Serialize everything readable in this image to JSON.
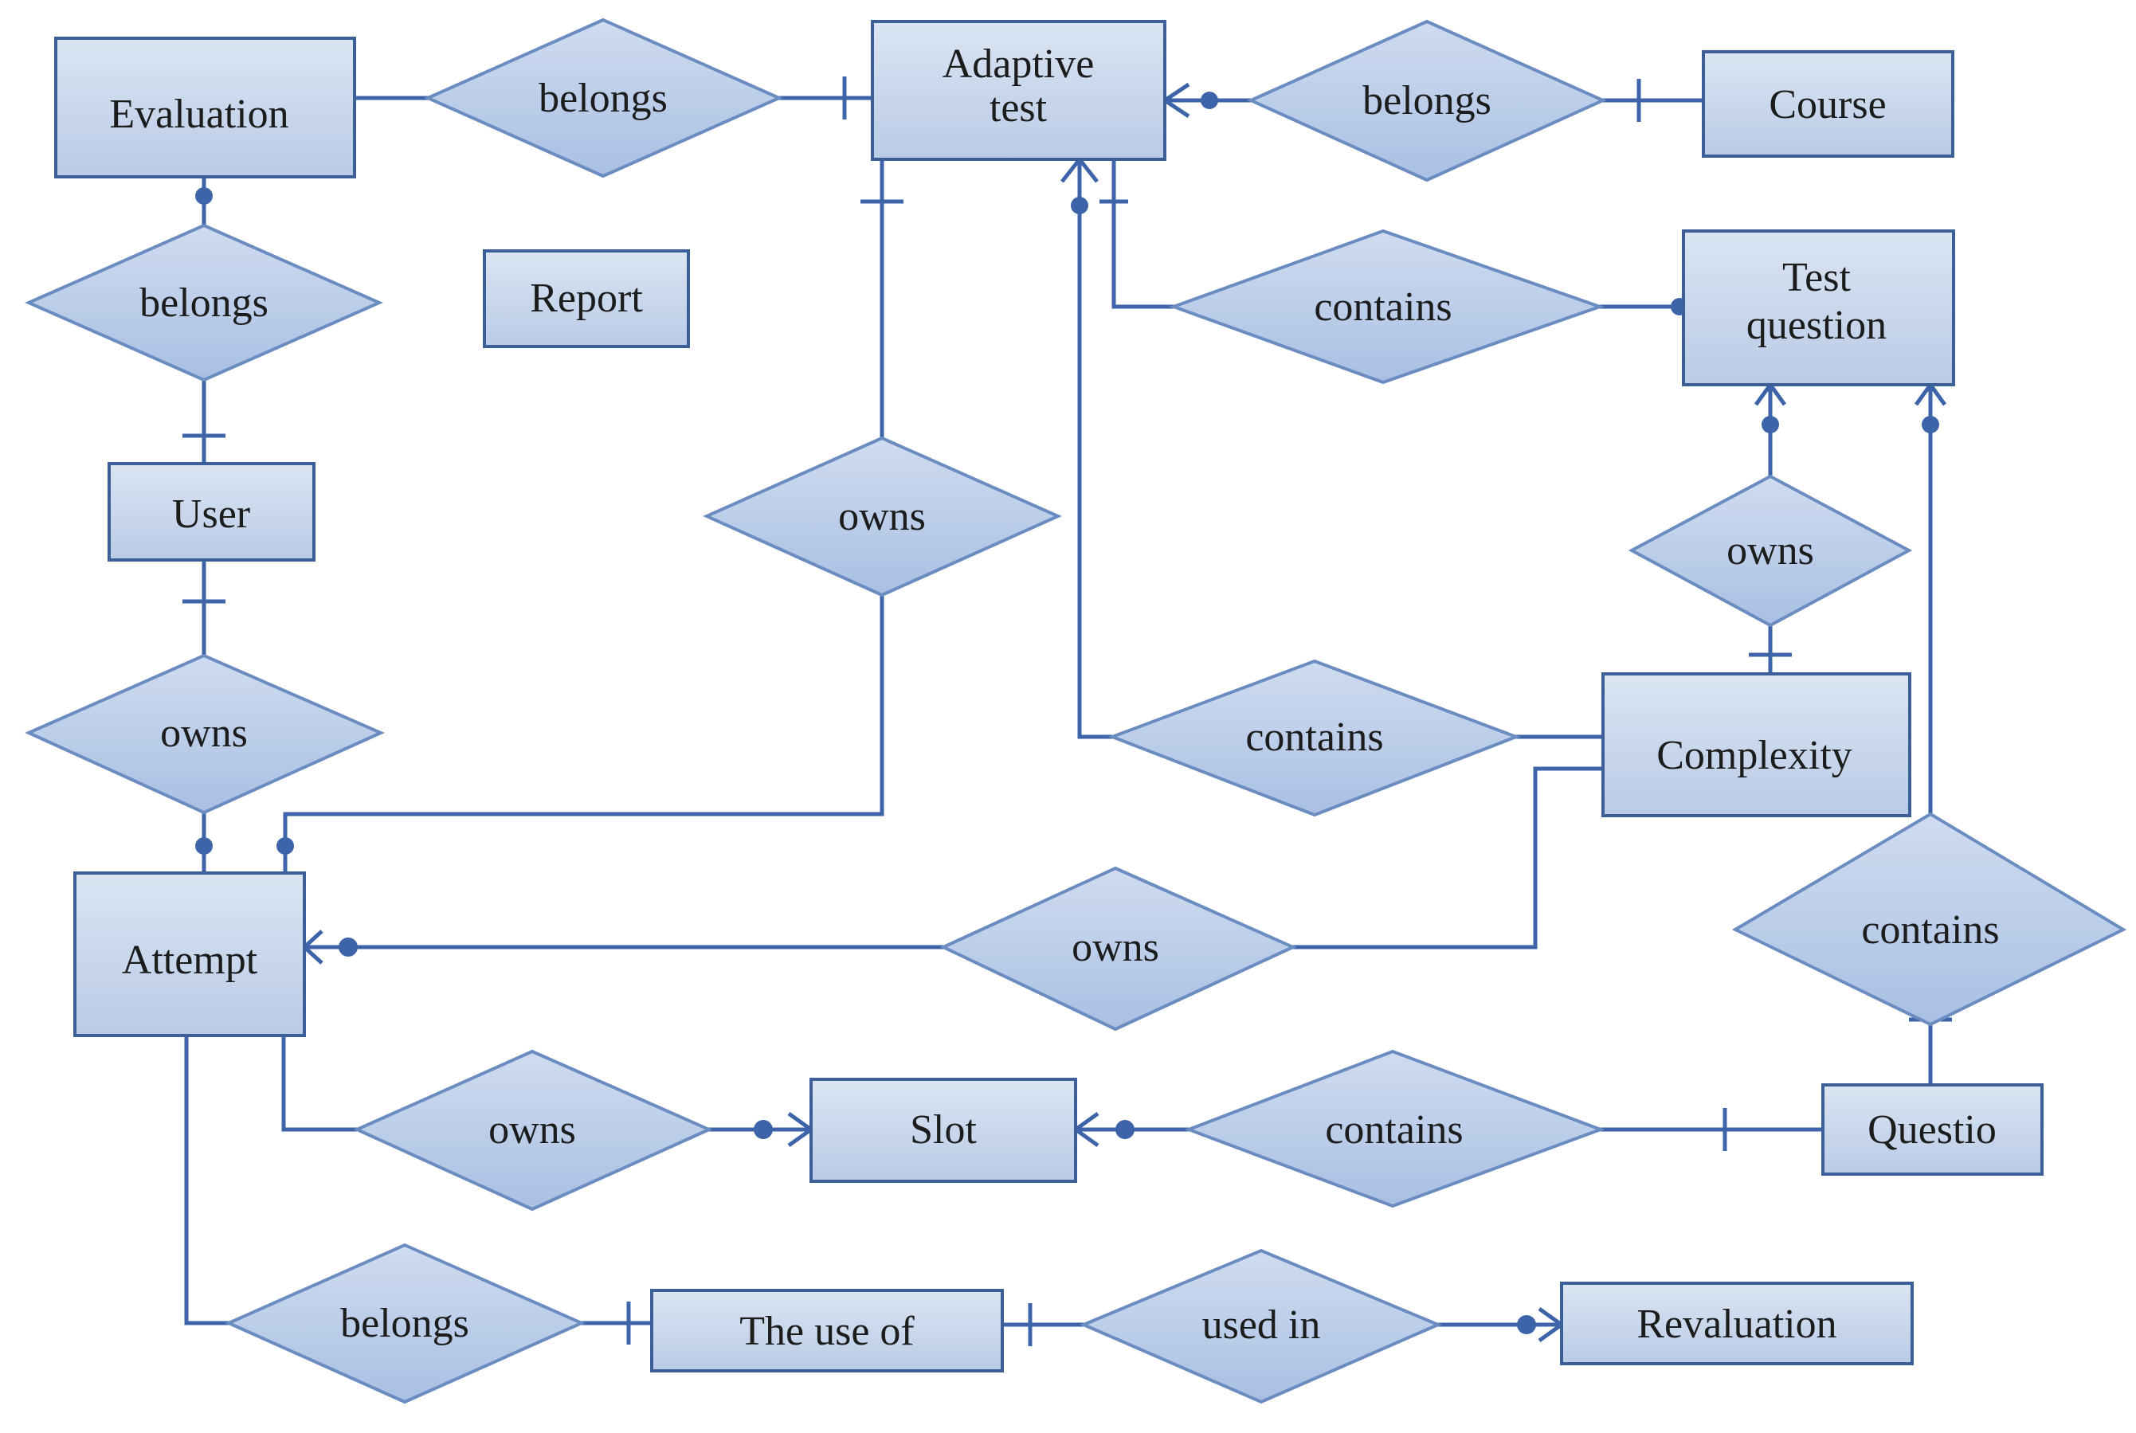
{
  "entities": {
    "evaluation": "Evaluation",
    "adaptive_test": [
      "Adaptive",
      "test"
    ],
    "course": "Course",
    "report": "Report",
    "test_question": [
      "Test",
      "question"
    ],
    "user": "User",
    "complexity": "Complexity",
    "attempt": "Attempt",
    "slot": "Slot",
    "questio": "Questio",
    "the_use_of": "The use of",
    "revaluation": "Revaluation"
  },
  "relationships": {
    "belongs_eval_adaptive": "belongs",
    "belongs_adaptive_course": "belongs",
    "belongs_eval_user": "belongs",
    "contains_adaptive_testq": "contains",
    "owns_adaptive_attempt": "owns",
    "owns_testq_complexity": "owns",
    "owns_user_attempt": "owns",
    "contains_adaptive_complexity": "contains",
    "contains_testq_questio": "contains",
    "owns_attempt_complexity": "owns",
    "owns_attempt_slot": "owns",
    "contains_slot_questio": "contains",
    "belongs_attempt_useof": "belongs",
    "used_in": "used in"
  },
  "colors": {
    "entity_fill_top": "#dbe5f3",
    "entity_fill_bottom": "#b9cbe6",
    "entity_border": "#3b5f96",
    "relationship_fill_top": "#cfdcf0",
    "relationship_fill_bottom": "#a9c0e3",
    "connector": "#3d64a8"
  }
}
